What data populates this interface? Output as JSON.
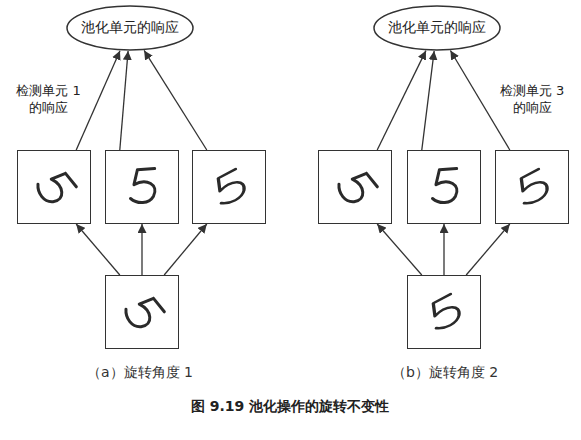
{
  "diagram": {
    "caption": "图 9.19 池化操作的旋转不变性",
    "nodes": [
      {
        "text": [
          "池化单元的响应"
        ]
      },
      {
        "text": [
          "池化单元的响应"
        ]
      },
      {
        "text": []
      },
      {
        "text": []
      },
      {
        "text": []
      },
      {
        "text": []
      },
      {
        "text": []
      },
      {
        "text": []
      },
      {
        "text": []
      },
      {
        "text": []
      }
    ],
    "edges": [
      {
        "from": 2,
        "to": 0,
        "arrow": "to",
        "label": "检测单元 1 的响应"
      },
      {
        "from": 3,
        "to": 0,
        "arrow": "to"
      },
      {
        "from": 4,
        "to": 0,
        "arrow": "to"
      },
      {
        "from": 5,
        "to": 1,
        "arrow": "to"
      },
      {
        "from": 6,
        "to": 1,
        "arrow": "to"
      },
      {
        "from": 7,
        "to": 1,
        "arrow": "to",
        "label": "检测单元 3 的响应"
      },
      {
        "from": 8,
        "to": 2,
        "arrow": "to"
      },
      {
        "from": 8,
        "to": 3,
        "arrow": "to"
      },
      {
        "from": 8,
        "to": 4,
        "arrow": "to"
      },
      {
        "from": 9,
        "to": 5,
        "arrow": "to"
      },
      {
        "from": 9,
        "to": 6,
        "arrow": "to"
      },
      {
        "from": 9,
        "to": 7,
        "arrow": "to"
      }
    ],
    "labels": [
      "（a）旋转角度 1",
      "（b）旋转角度 2"
    ]
  }
}
